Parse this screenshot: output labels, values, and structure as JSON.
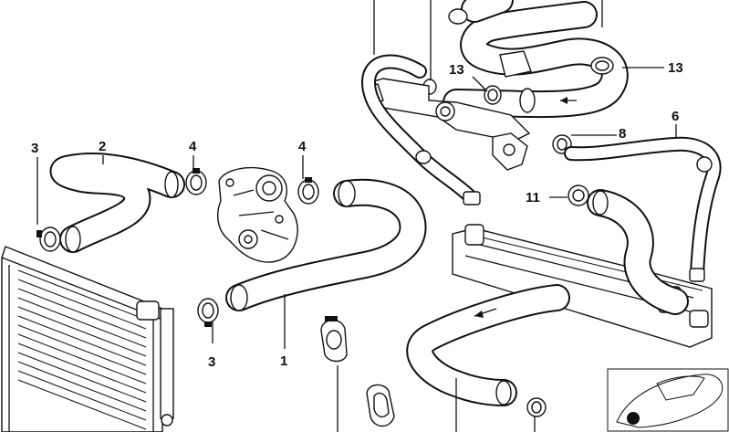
{
  "diagram": {
    "callouts": [
      "1",
      "2",
      "3",
      "3",
      "4",
      "4",
      "6",
      "8",
      "11",
      "13",
      "13"
    ],
    "colors": {
      "line": "#111111",
      "background": "#ffffff"
    }
  }
}
